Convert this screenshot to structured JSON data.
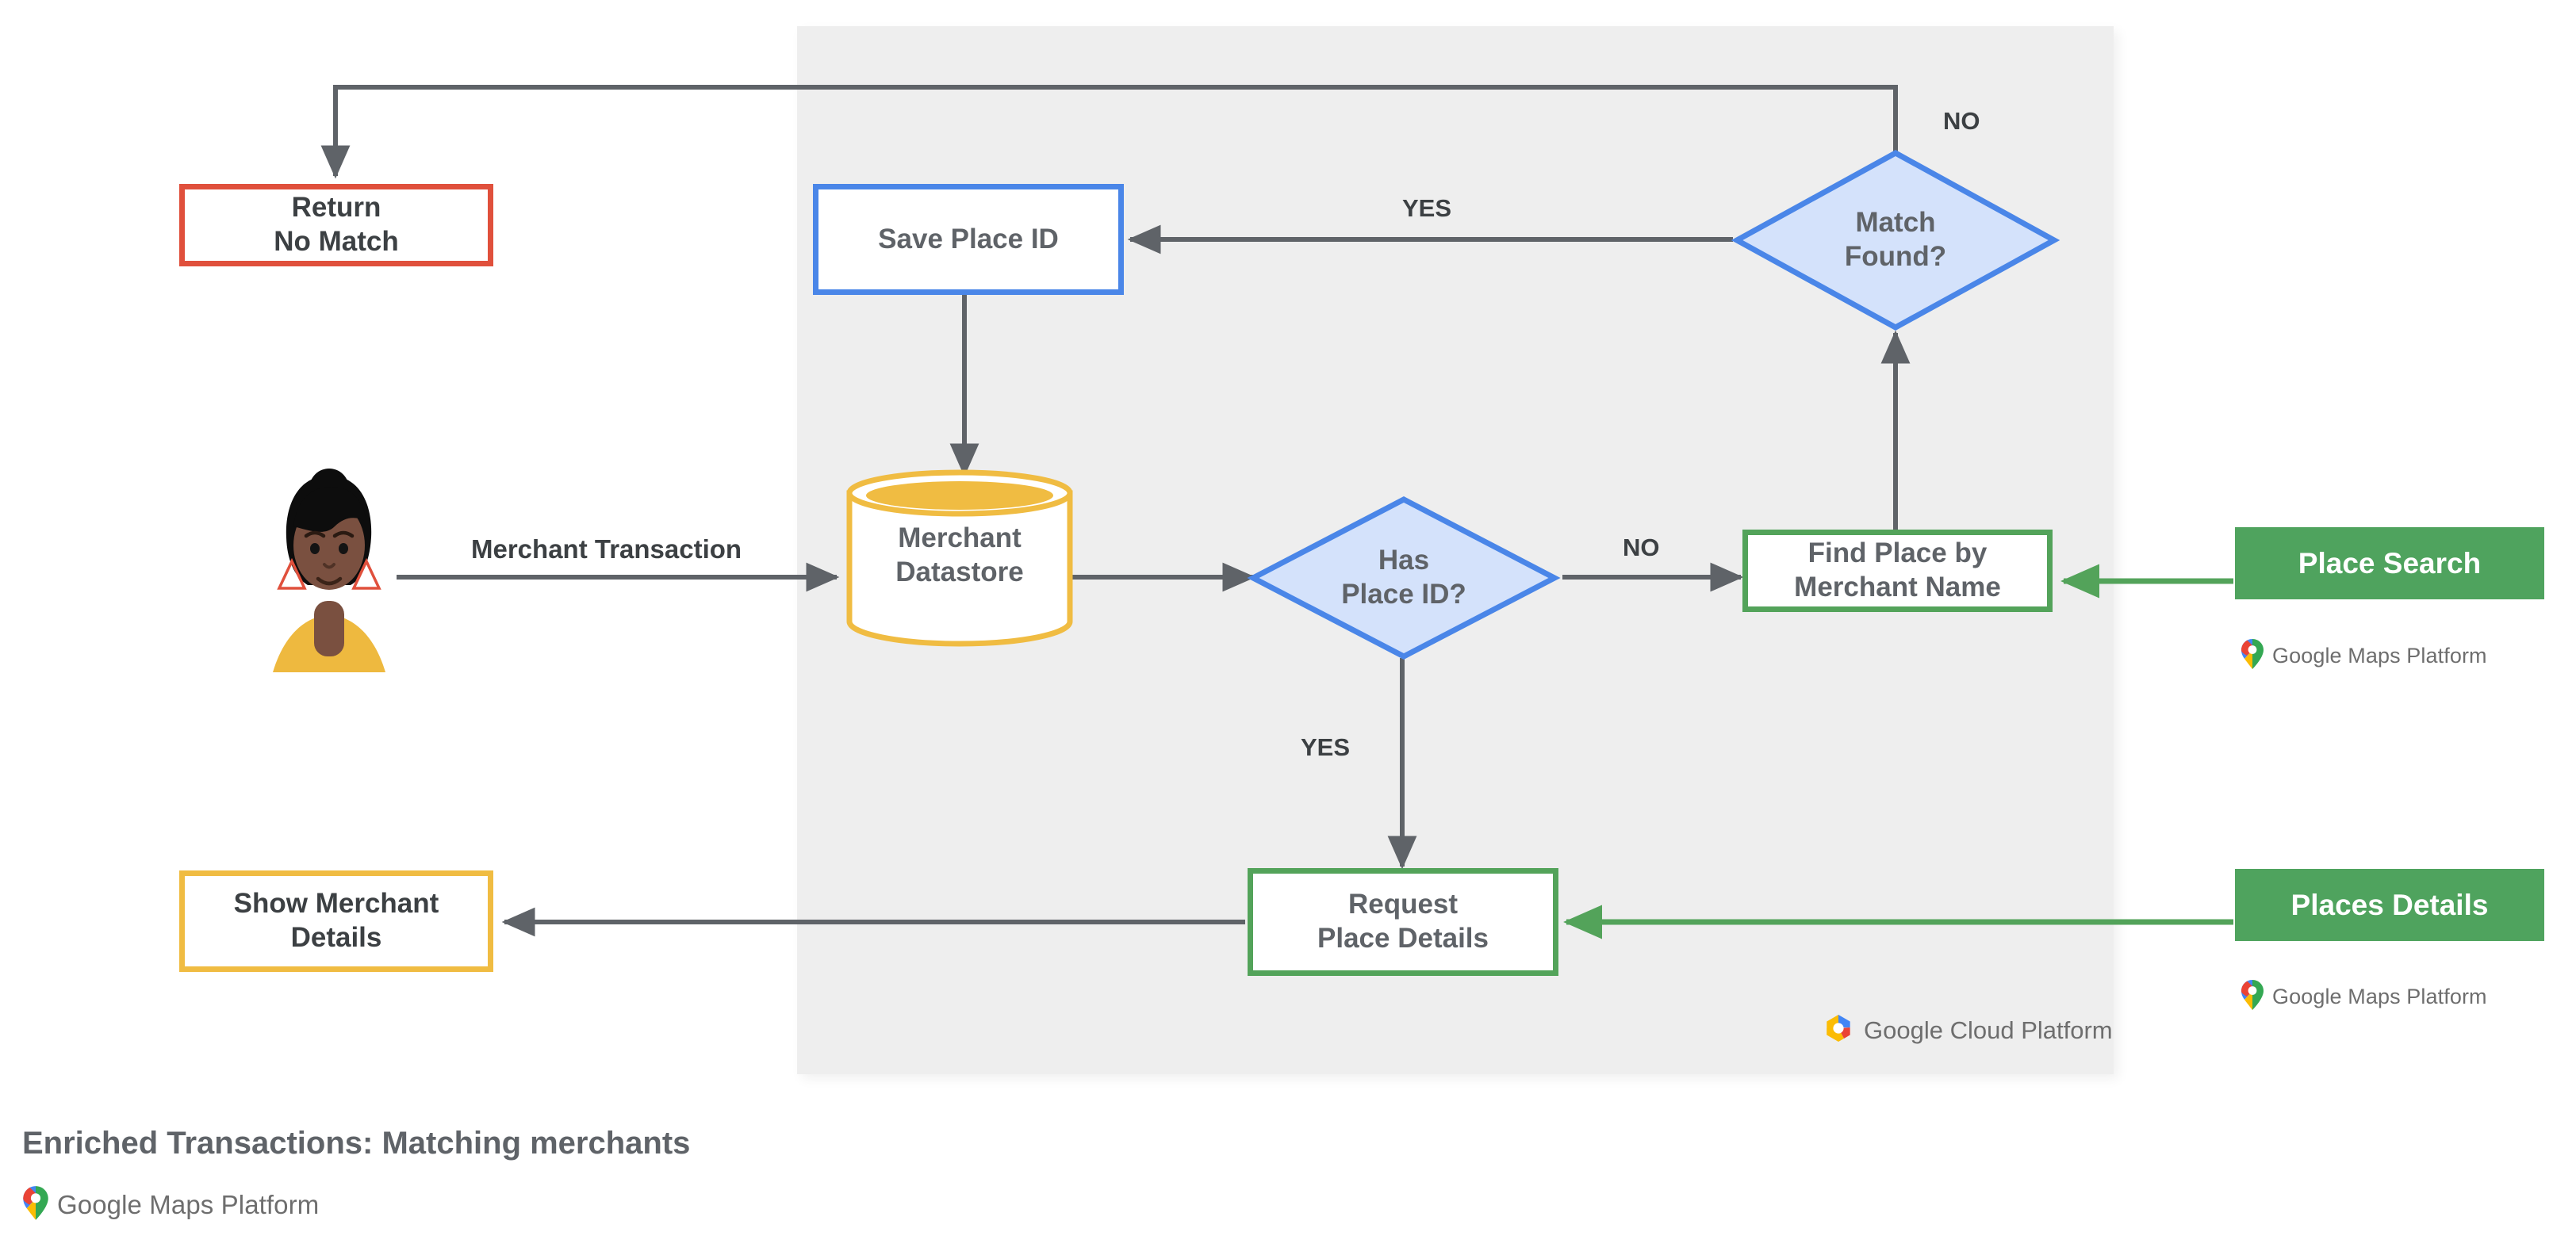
{
  "diagram": {
    "caption": "Enriched Transactions: Matching merchants",
    "platform_panel_label": "Google Cloud Platform",
    "colors": {
      "panel_bg": "#eeeeee",
      "red": "#e0503c",
      "blue": "#4a86e8",
      "blue_fill": "#d4e2fb",
      "green": "#53a35a",
      "green_fill": "#4fa35e",
      "yellow": "#f0bc42",
      "connector": "#5f6368",
      "text": "#5f6368"
    }
  },
  "nodes": {
    "return_no_match": {
      "label": "Return\nNo Match",
      "shape": "rect",
      "color": "red"
    },
    "save_place_id": {
      "label": "Save Place ID",
      "shape": "rect",
      "color": "blue"
    },
    "match_found": {
      "label": "Match\nFound?",
      "shape": "diamond",
      "color": "blue"
    },
    "merchant_datastore": {
      "label": "Merchant\nDatastore",
      "shape": "cylinder",
      "color": "yellow"
    },
    "has_place_id": {
      "label": "Has\nPlace ID?",
      "shape": "diamond",
      "color": "blue"
    },
    "find_place_by_merchant_name": {
      "label": "Find Place by\nMerchant Name",
      "shape": "rect",
      "color": "green"
    },
    "request_place_details": {
      "label": "Request\nPlace Details",
      "shape": "rect",
      "color": "green"
    },
    "show_merchant_details": {
      "label": "Show Merchant\nDetails",
      "shape": "rect",
      "color": "yellow"
    },
    "place_search": {
      "label": "Place Search",
      "shape": "rect",
      "color": "green-filled"
    },
    "places_details": {
      "label": "Places Details",
      "shape": "rect",
      "color": "green-filled"
    }
  },
  "edge_labels": {
    "merchant_transaction": "Merchant Transaction",
    "has_place_id_no": "NO",
    "has_place_id_yes": "YES",
    "match_found_yes": "YES",
    "match_found_no": "NO"
  },
  "logos": {
    "maps_platform_google": "Google",
    "maps_platform_rest": " Maps Platform",
    "cloud_platform_google": "Google",
    "cloud_platform_rest": " Cloud Platform"
  },
  "actor": {
    "name": "merchant-customer-avatar"
  }
}
